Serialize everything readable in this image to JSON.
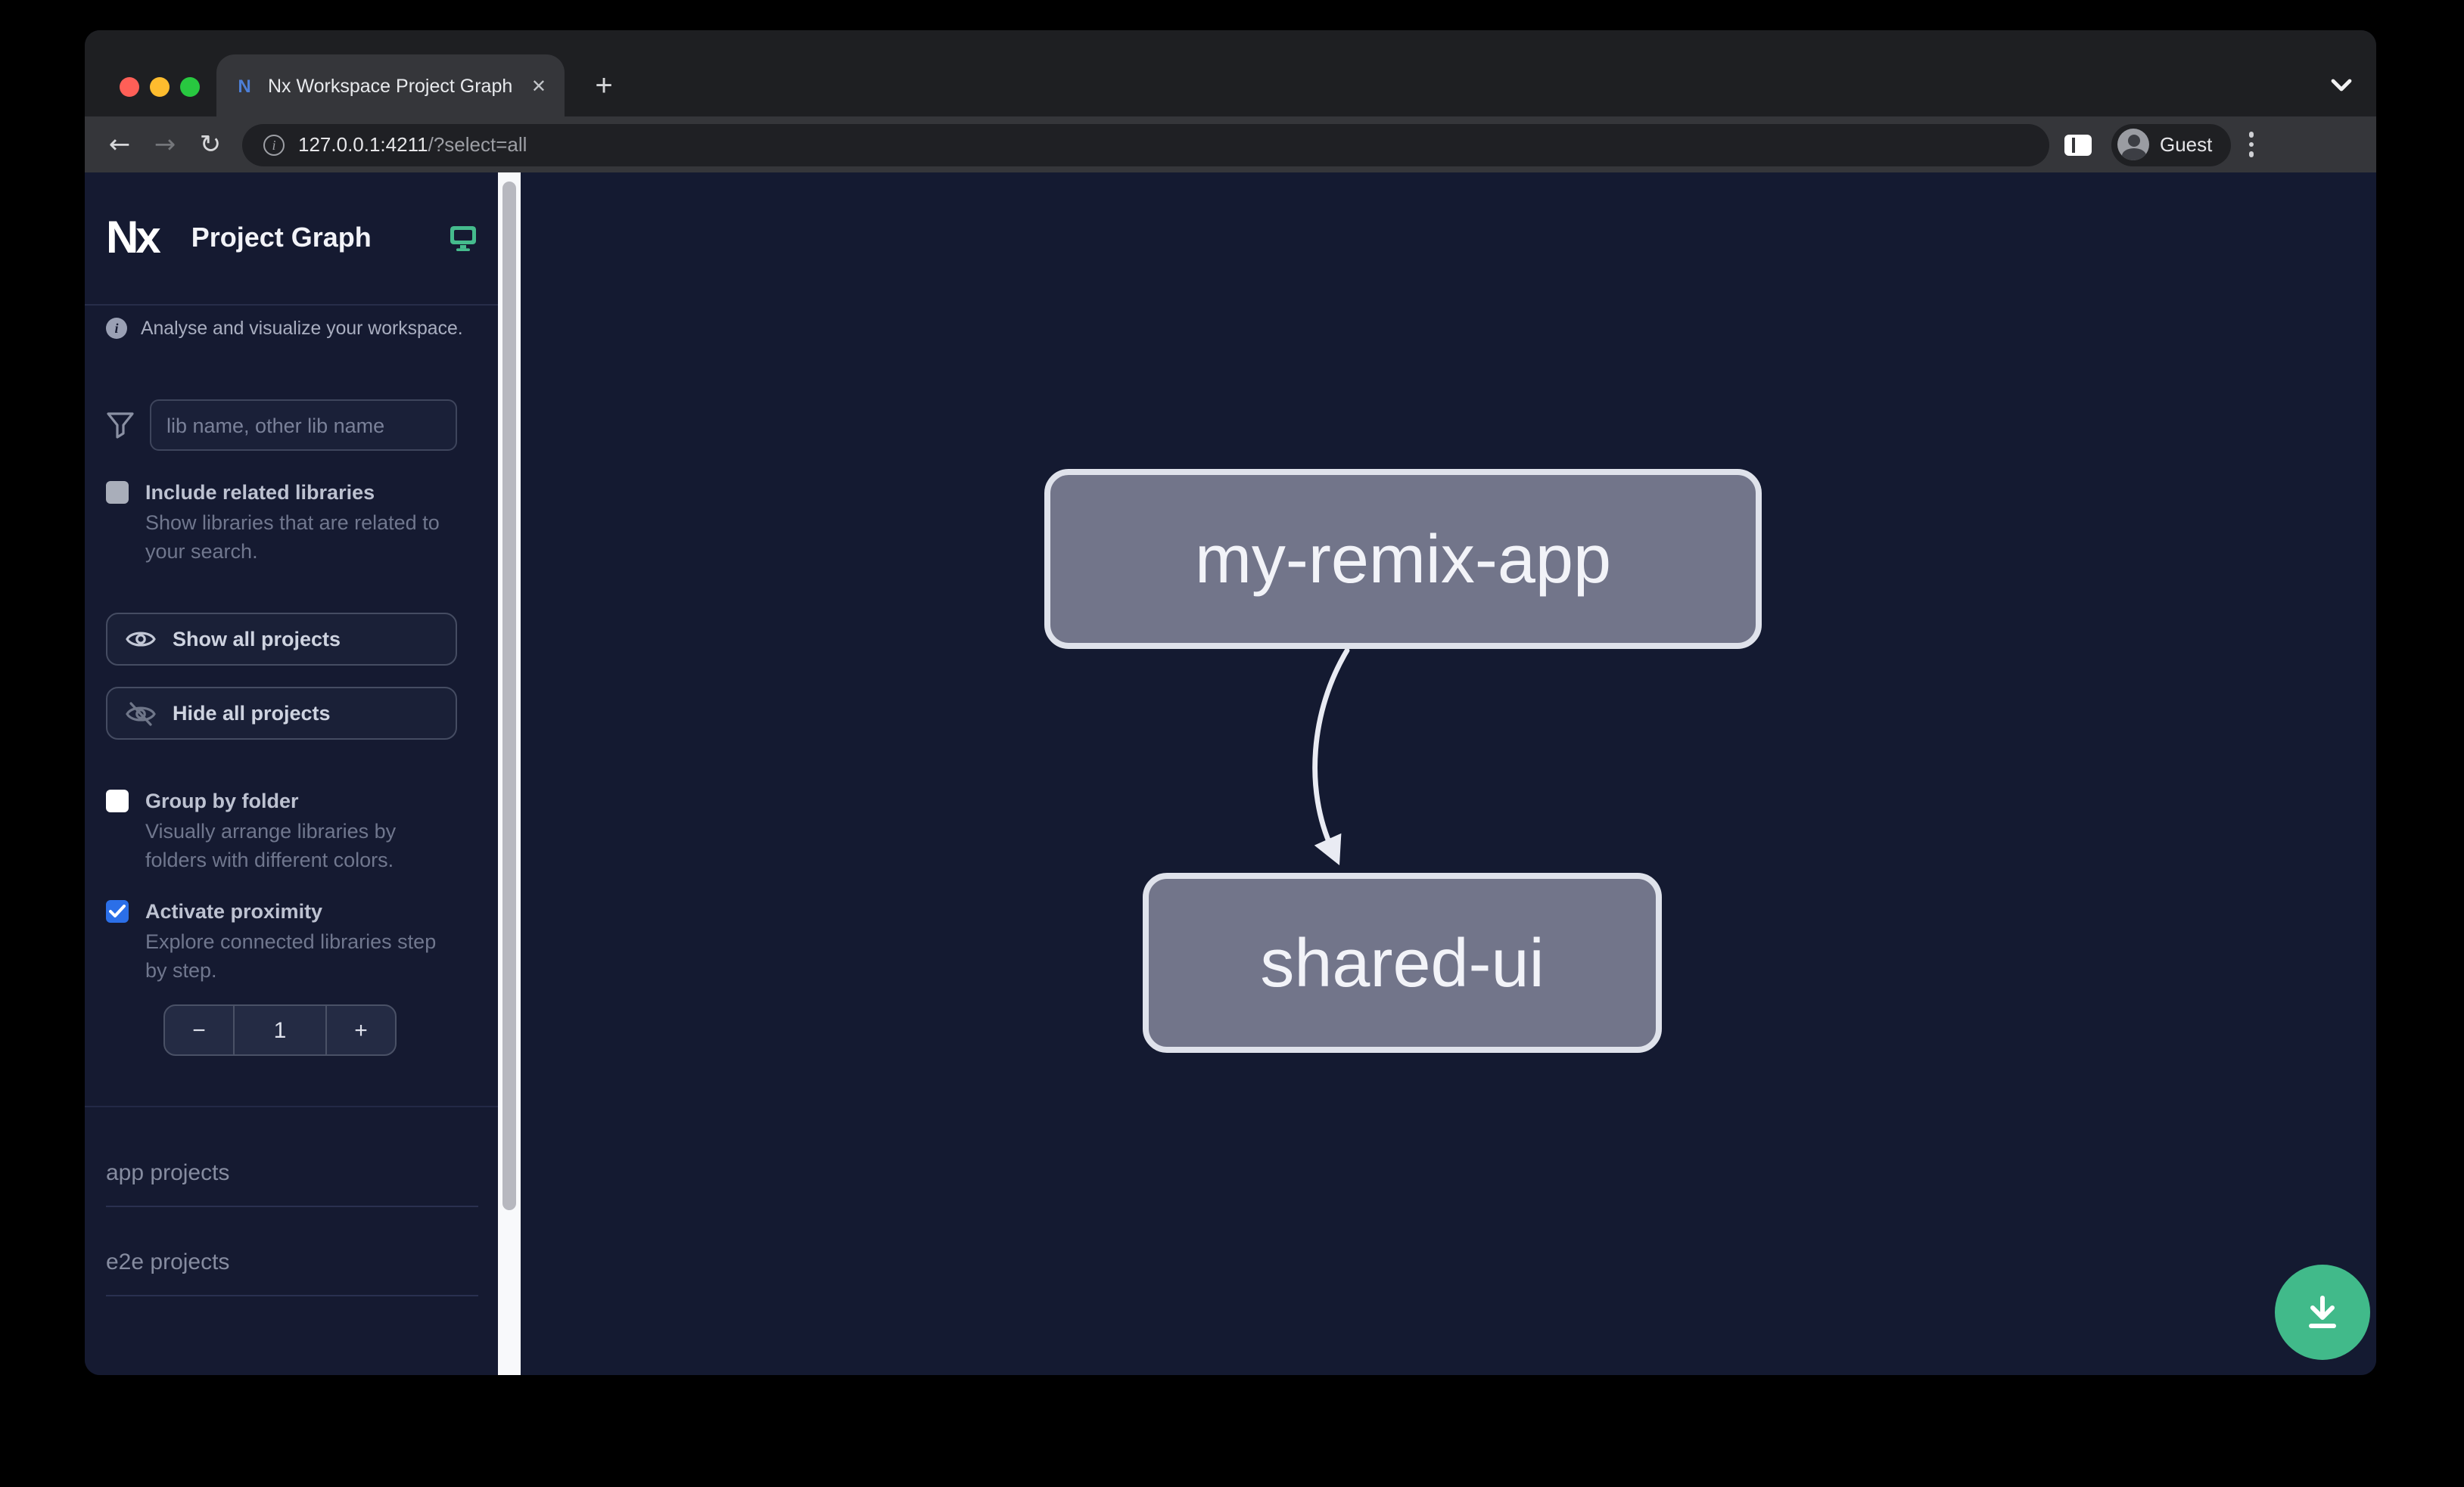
{
  "browser": {
    "tab_title": "Nx Workspace Project Graph",
    "tab_close": "✕",
    "new_tab": "+",
    "url": {
      "host": "127.0.0.1:4211",
      "path": "/?select=all"
    },
    "profile": "Guest",
    "favicon_text": "N"
  },
  "sidebar": {
    "logo": "Nx",
    "title": "Project Graph",
    "tagline": "Analyse and visualize your workspace.",
    "filter_placeholder": "lib name, other lib name",
    "checkboxes": [
      {
        "label": "Include related libraries",
        "description": "Show libraries that are related to your search.",
        "checked": false
      },
      {
        "label": "Group by folder",
        "description": "Visually arrange libraries by folders with different colors.",
        "checked": false
      },
      {
        "label": "Activate proximity",
        "description": "Explore connected libraries step by step.",
        "checked": true
      }
    ],
    "actions": [
      {
        "label": "Show all projects",
        "icon": "eye-icon"
      },
      {
        "label": "Hide all projects",
        "icon": "eye-off-icon"
      }
    ],
    "stepper": {
      "decrement": "−",
      "value": "1",
      "increment": "+"
    },
    "sections": [
      "app projects",
      "e2e projects"
    ]
  },
  "graph": {
    "nodes": [
      "my-remix-app",
      "shared-ui"
    ],
    "edges": [
      {
        "source": "my-remix-app",
        "target": "shared-ui"
      }
    ]
  },
  "colors": {
    "accent_green": "#45bb8d",
    "checkbox_blue": "#2b6fe8",
    "node_fill": "#72758a",
    "node_border": "#dfe2eb",
    "canvas_bg": "#141a31",
    "sidebar_bg": "#151a31",
    "scrollbar_track": "#f8f9fb",
    "traffic_red": "#ff5f57",
    "traffic_yellow": "#febc2e",
    "traffic_green": "#28c840"
  }
}
